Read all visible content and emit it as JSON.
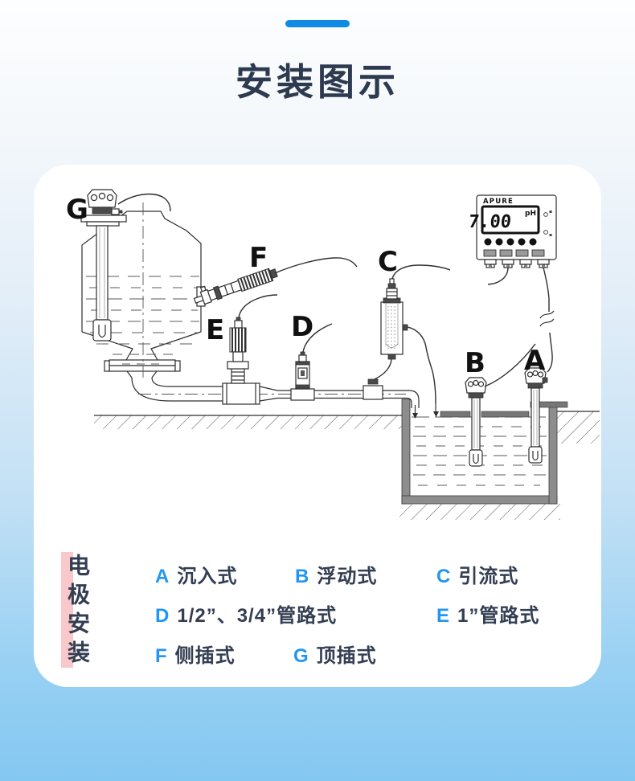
{
  "page": {
    "title": "安装图示"
  },
  "meter": {
    "brand": "APURE",
    "reading": "7.00",
    "unit": "pH"
  },
  "diagram": {
    "name": "electrode-installation-diagram",
    "labels": {
      "A": "A",
      "B": "B",
      "C": "C",
      "D": "D",
      "E": "E",
      "F": "F",
      "G": "G"
    }
  },
  "legend": {
    "side_label": "电极安装",
    "items": [
      {
        "letter": "A",
        "label": "沉入式"
      },
      {
        "letter": "B",
        "label": "浮动式"
      },
      {
        "letter": "C",
        "label": "引流式"
      },
      {
        "letter": "D",
        "label": "1/2”、3/4”管路式"
      },
      {
        "letter": "E",
        "label": "1”管路式"
      },
      {
        "letter": "F",
        "label": "侧插式"
      },
      {
        "letter": "G",
        "label": "顶插式"
      }
    ]
  },
  "colors": {
    "accent_blue": "#0f8be4",
    "letter_blue": "#2196f3",
    "title": "#2e3a50",
    "text": "#333e52",
    "highlight_pink": "#f8c8ca",
    "card": "#ffffff",
    "background_bottom": "#84c7f1"
  }
}
